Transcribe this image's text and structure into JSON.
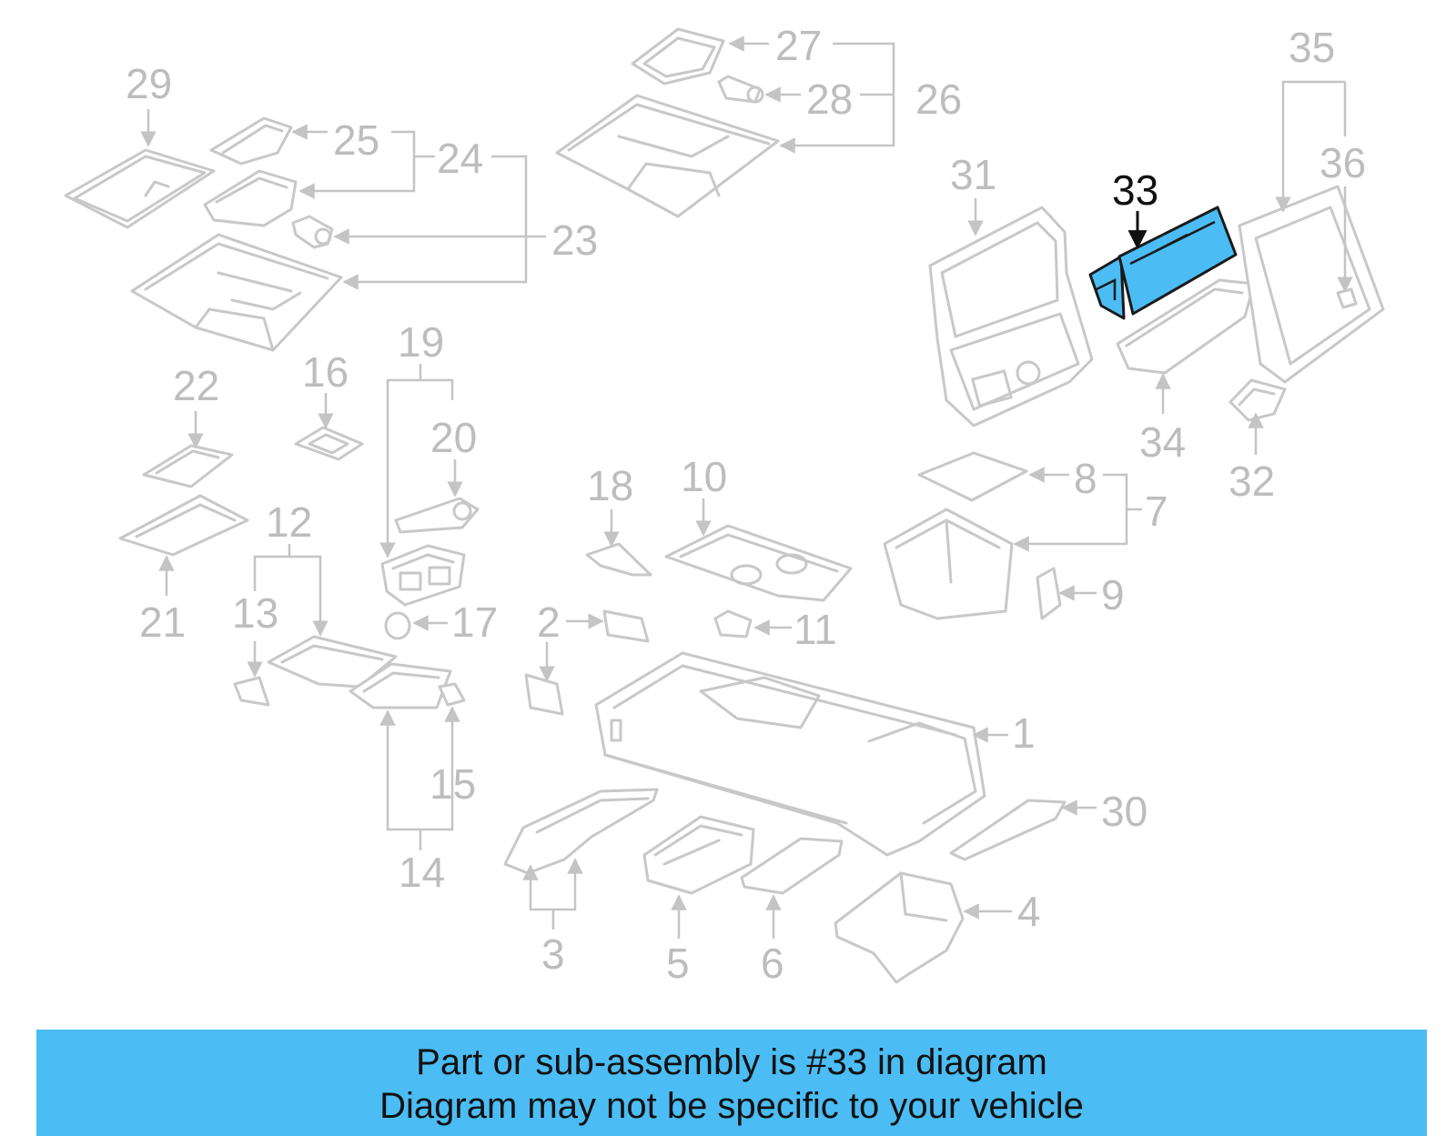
{
  "highlight": {
    "part_number": "33",
    "color": "#4bbdf4"
  },
  "callouts": [
    "1",
    "2",
    "3",
    "4",
    "5",
    "6",
    "7",
    "8",
    "9",
    "10",
    "11",
    "12",
    "13",
    "14",
    "15",
    "16",
    "17",
    "18",
    "19",
    "20",
    "21",
    "22",
    "23",
    "24",
    "25",
    "26",
    "27",
    "28",
    "29",
    "30",
    "31",
    "32",
    "33",
    "34",
    "35",
    "36"
  ],
  "banner": {
    "line1": "Part or sub-assembly is #33 in diagram",
    "line2": "Diagram may not be specific to your vehicle"
  }
}
